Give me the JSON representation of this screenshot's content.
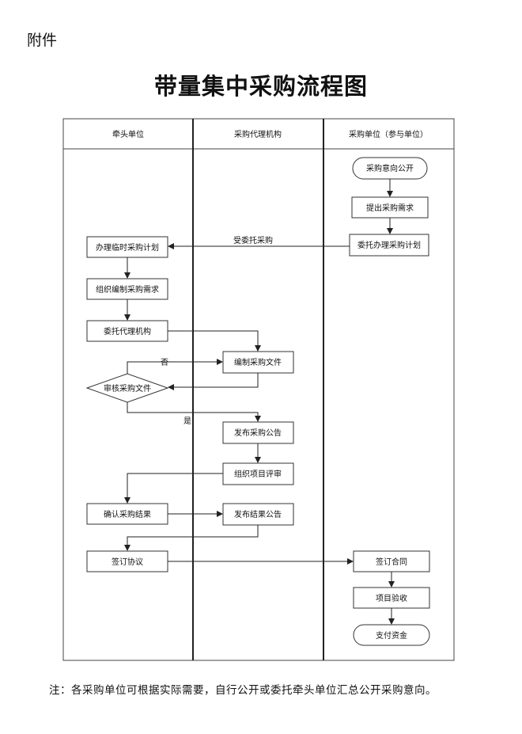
{
  "header": {
    "attachment_label": "附件",
    "title": "带量集中采购流程图"
  },
  "lanes": [
    "牵头单位",
    "采购代理机构",
    "采购单位（参与单位）"
  ],
  "nodes": {
    "intent_public": "采购意向公开",
    "submit_need": "提出采购需求",
    "delegate_plan": "委托办理采购计划",
    "temp_plan": "办理临时采购计划",
    "organize_need": "组织编制采购需求",
    "entrust_agency": "委托代理机构",
    "compile_docs": "编制采购文件",
    "review_docs": "审核采购文件",
    "publish_notice": "发布采购公告",
    "organize_review": "组织项目评审",
    "confirm_result": "确认采购结果",
    "publish_result": "发布结果公告",
    "sign_agreement": "签订协议",
    "sign_contract": "签订合同",
    "acceptance": "项目验收",
    "pay_funds": "支付资金"
  },
  "edge_labels": {
    "entrusted": "受委托采购",
    "no": "否",
    "yes": "是"
  },
  "footer": {
    "note": "注：各采购单位可根据实际需要，自行公开或委托牵头单位汇总公开采购意向。"
  }
}
